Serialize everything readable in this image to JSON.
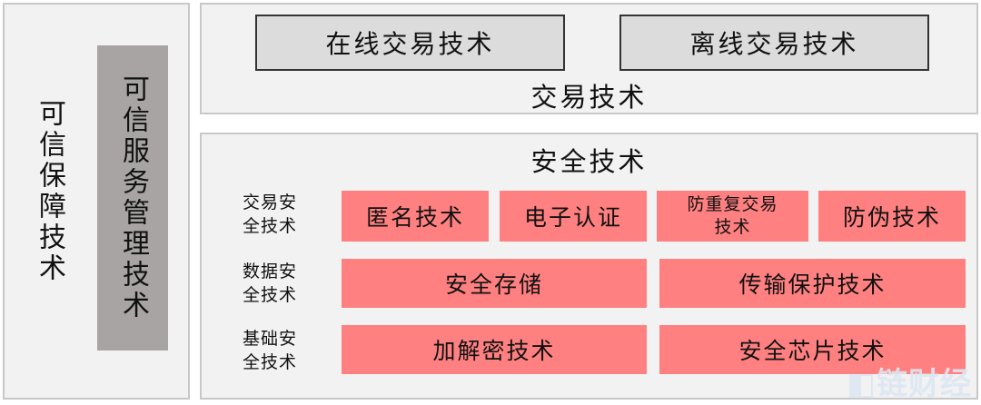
{
  "left": {
    "outer_label": "可信保障技术",
    "inner_label": "可信服务管理技术"
  },
  "transaction": {
    "online": "在线交易技术",
    "offline": "离线交易技术",
    "title": "交易技术"
  },
  "security": {
    "title": "安全技术",
    "rows": [
      {
        "label": "交易安全技术",
        "items": [
          "匿名技术",
          "电子认证",
          "防重复交易技术",
          "防伪技术"
        ]
      },
      {
        "label": "数据安全技术",
        "items": [
          "安全存储",
          "传输保护技术"
        ]
      },
      {
        "label": "基础安全技术",
        "items": [
          "加解密技术",
          "安全芯片技术"
        ]
      }
    ]
  },
  "watermark": "链财经",
  "colors": {
    "panel": "#f2f2f2",
    "pink": "#ff8080",
    "gray_box": "#a9a4a4",
    "outlined_box": "#dcdcdc"
  }
}
